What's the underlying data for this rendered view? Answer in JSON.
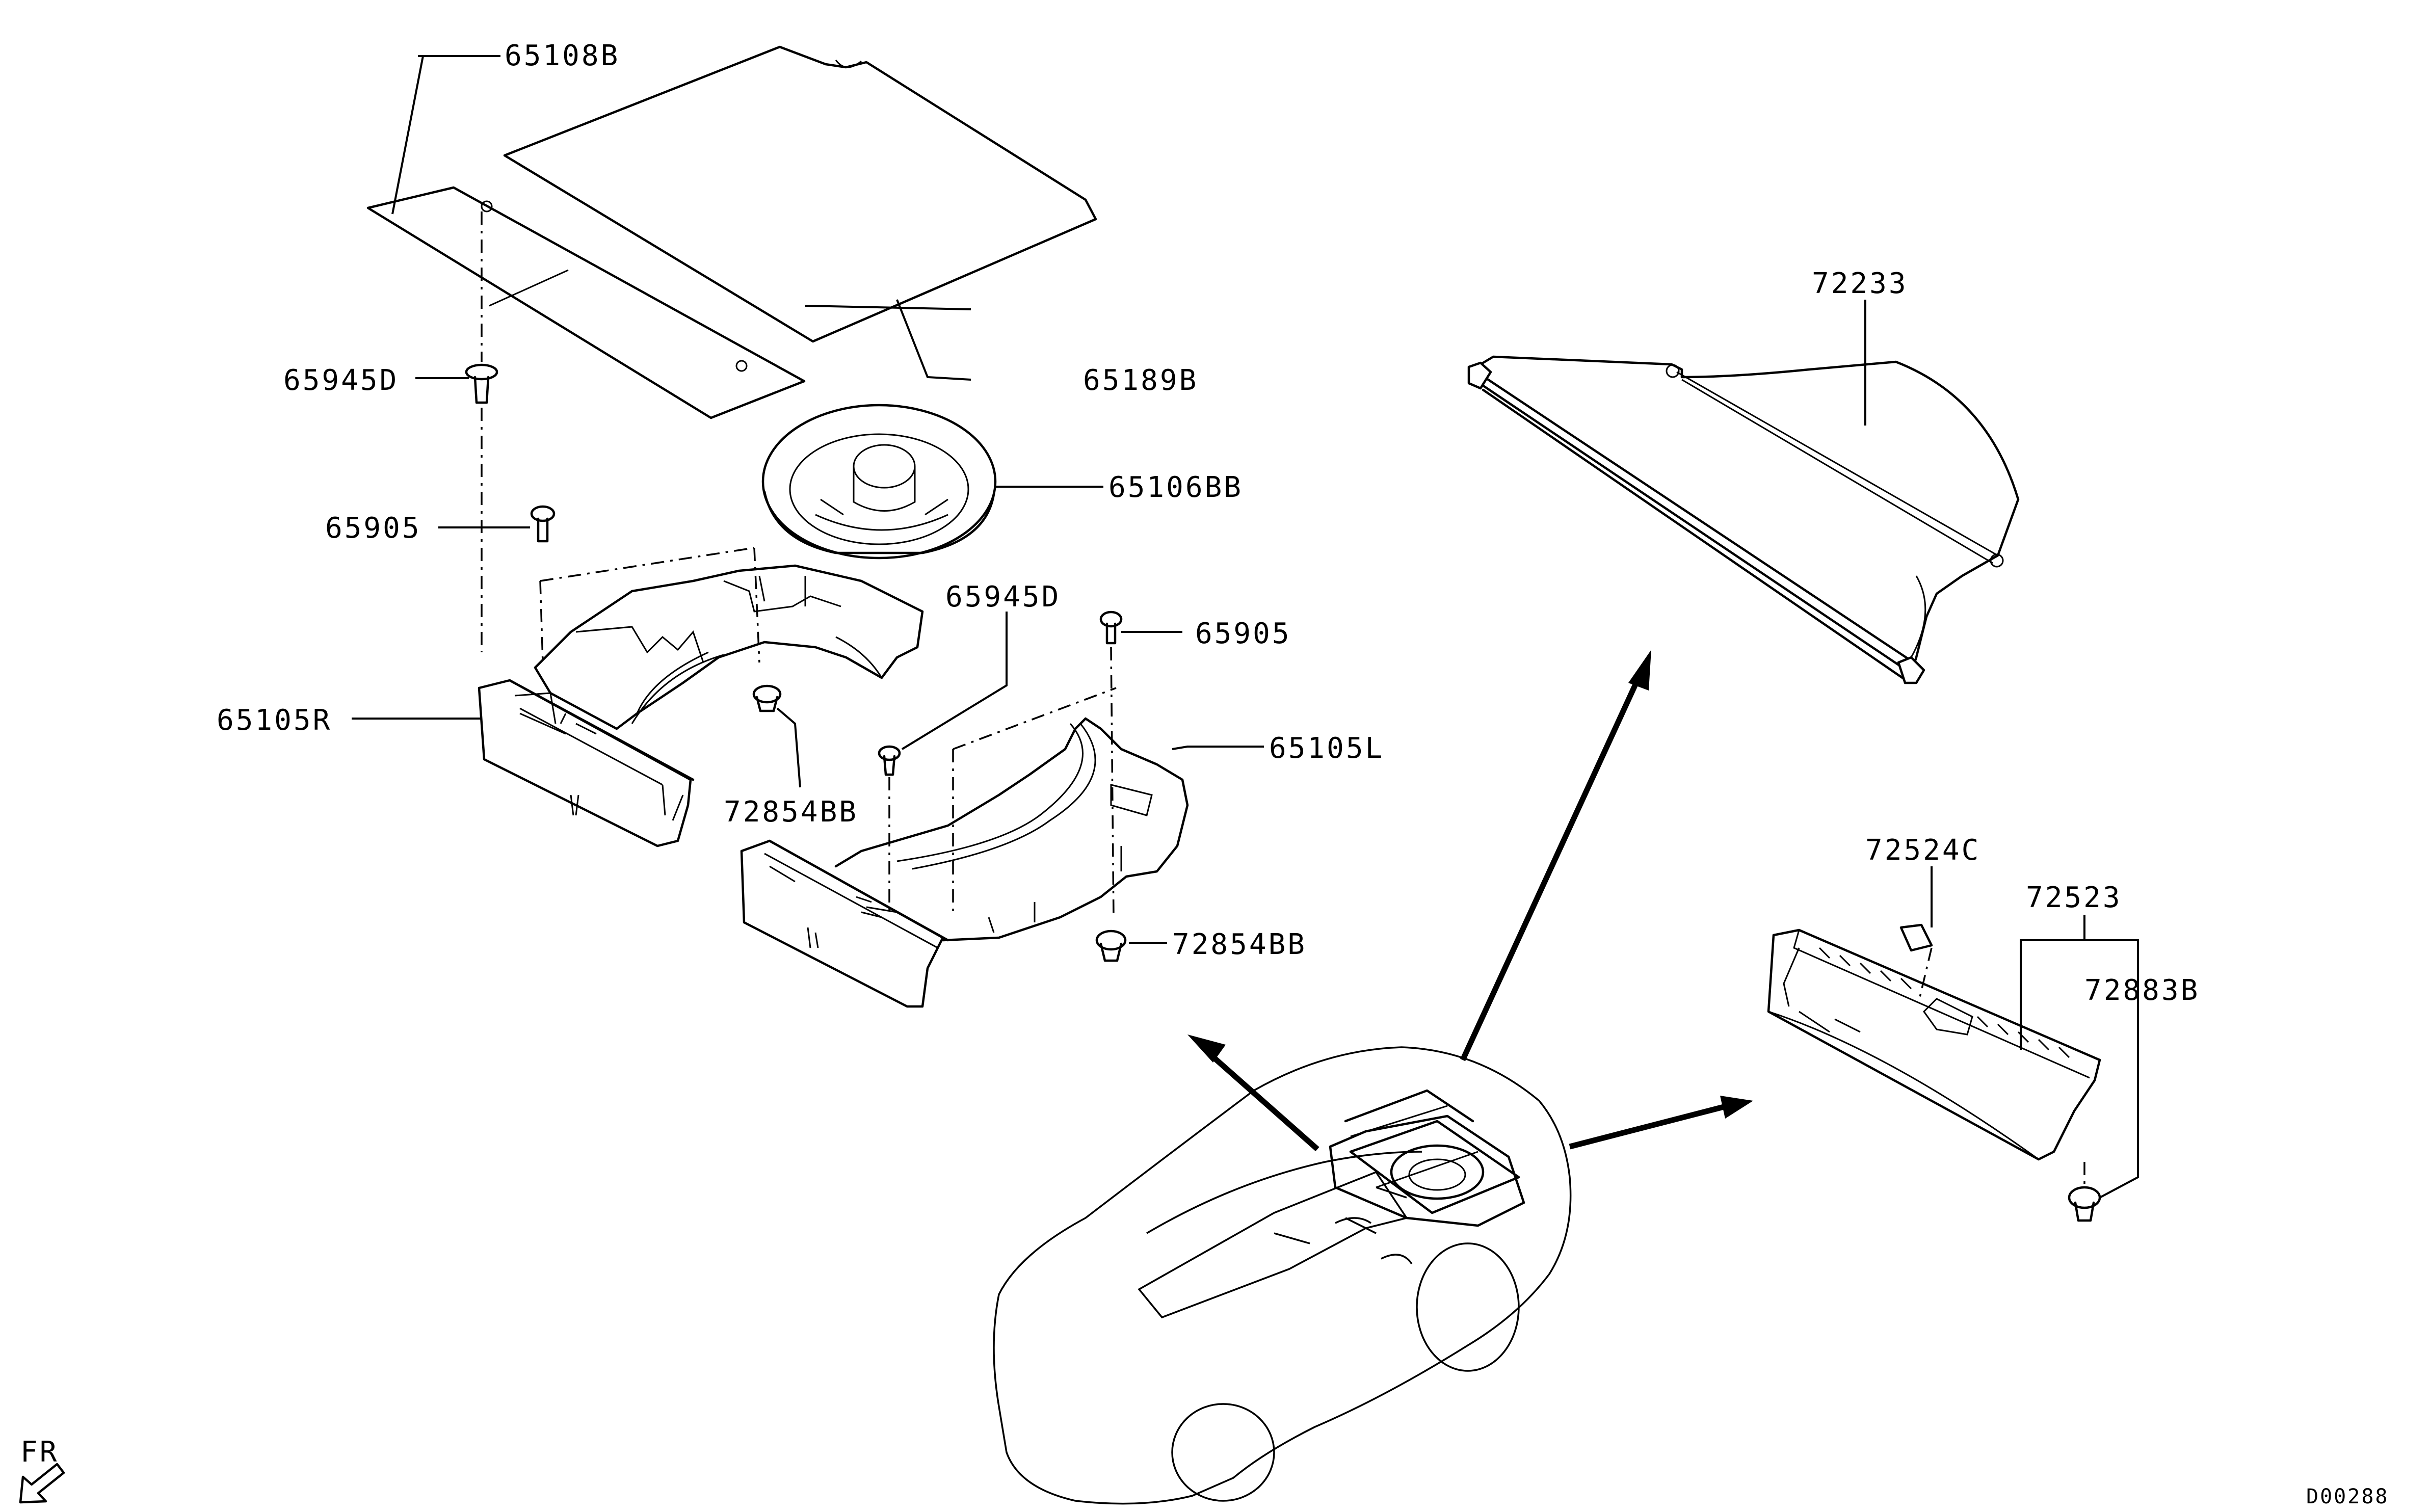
{
  "labels": {
    "p65108B": "65108B",
    "p65189B": "65189B",
    "p65945D_left": "65945D",
    "p65905_left": "65905",
    "p65106BB": "65106BB",
    "p65945D_mid": "65945D",
    "p65905_right": "65905",
    "p65105R": "65105R",
    "p65105L": "65105L",
    "p72854BB_left": "72854BB",
    "p72854BB_right": "72854BB",
    "p72233": "72233",
    "p72524C": "72524C",
    "p72523": "72523",
    "p72883B": "72883B"
  },
  "orientation": {
    "label": "FR"
  },
  "drawing_code": "D00288"
}
